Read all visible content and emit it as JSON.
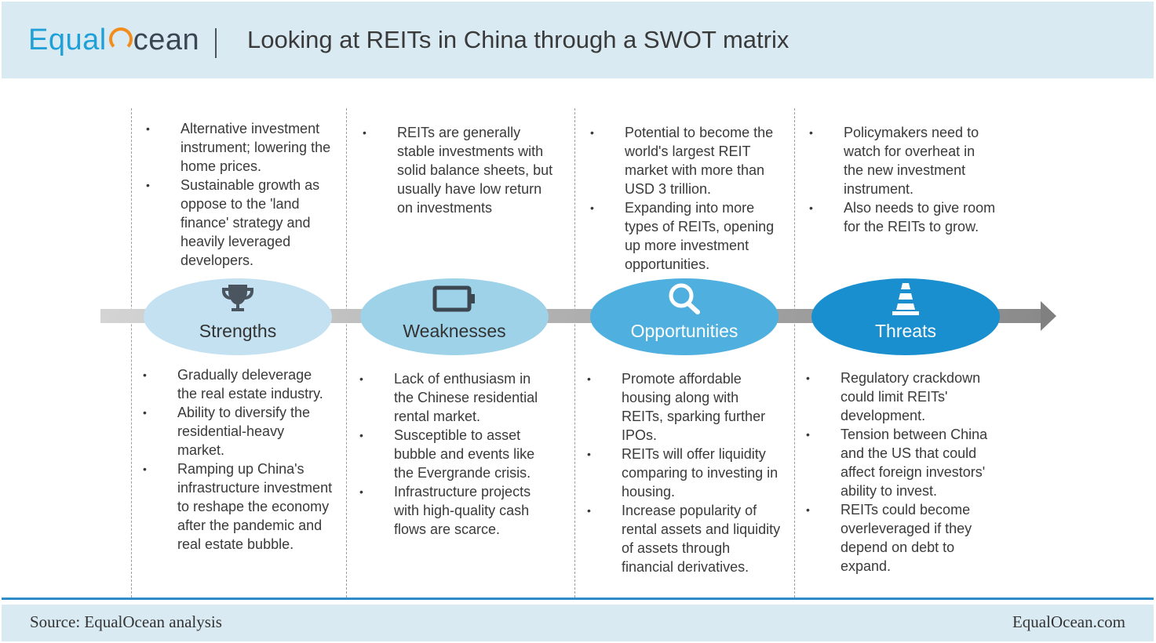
{
  "header": {
    "logo": {
      "part1": "Equal",
      "part2": "cean",
      "accent_color": "#1fa0d6",
      "ring_color": "#f28c1b"
    },
    "title": "Looking at REITs in China through a SWOT matrix"
  },
  "quadrants": [
    {
      "label": "Strengths",
      "icon": "trophy-icon",
      "color": "#c3e1f0",
      "top_points": [
        "Alternative investment instrument; lowering the home prices.",
        "Sustainable growth as oppose to the 'land finance' strategy and heavily leveraged developers."
      ],
      "bottom_points": [
        "Gradually deleverage the real estate industry.",
        "Ability to diversify the residential-heavy market.",
        "Ramping up China's infrastructure investment to reshape the economy after the pandemic and real estate bubble."
      ]
    },
    {
      "label": "Weaknesses",
      "icon": "battery-low-icon",
      "color": "#9ed2e9",
      "top_points": [
        "REITs are generally stable investments with solid balance sheets, but usually have low return on investments"
      ],
      "bottom_points": [
        "Lack of enthusiasm in the Chinese residential rental market.",
        "Susceptible to asset bubble and events like the Evergrande crisis.",
        "Infrastructure projects with high-quality cash flows are scarce."
      ]
    },
    {
      "label": "Opportunities",
      "icon": "magnifier-icon",
      "color": "#4fb0df",
      "top_points": [
        "Potential to become the world's largest REIT market with more than USD 3 trillion.",
        "Expanding into more types of REITs, opening up more investment opportunities."
      ],
      "bottom_points": [
        "Promote affordable housing along with REITs, sparking further IPOs.",
        "REITs will offer liquidity comparing to investing in housing.",
        "Increase popularity of rental assets and liquidity of assets through financial derivatives."
      ]
    },
    {
      "label": "Threats",
      "icon": "traffic-cone-icon",
      "color": "#1a8fd0",
      "top_points": [
        "Policymakers need to watch for overheat in the new investment instrument.",
        "Also needs to give room for the REITs to grow."
      ],
      "bottom_points": [
        "Regulatory crackdown could limit REITs' development.",
        "Tension between China and the US that could affect foreign investors' ability to invest.",
        "REITs could become overleveraged if they depend on debt to expand."
      ]
    }
  ],
  "footer": {
    "source": "Source: EqualOcean analysis",
    "site": "EqualOcean.com"
  }
}
